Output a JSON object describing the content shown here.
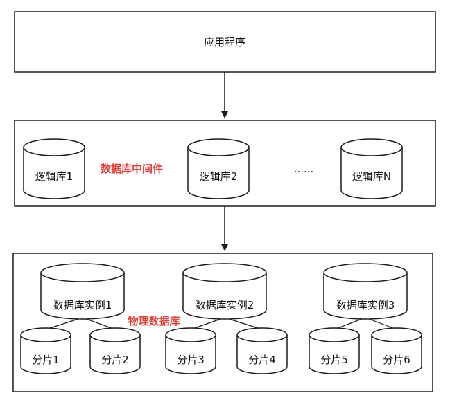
{
  "app": {
    "label": "应用程序"
  },
  "middleware": {
    "label": "数据库中间件",
    "logical": [
      "逻辑库1",
      "逻辑库2",
      "逻辑库N"
    ],
    "ellipsis": "......"
  },
  "physical": {
    "label": "物理数据库",
    "instances": [
      {
        "label": "数据库实例1",
        "shards": [
          "分片1",
          "分片2"
        ]
      },
      {
        "label": "数据库实例2",
        "shards": [
          "分片3",
          "分片4"
        ]
      },
      {
        "label": "数据库实例3",
        "shards": [
          "分片5",
          "分片6"
        ]
      }
    ]
  },
  "colors": {
    "accent": "#e0403a",
    "stroke": "#1a1a1a"
  }
}
